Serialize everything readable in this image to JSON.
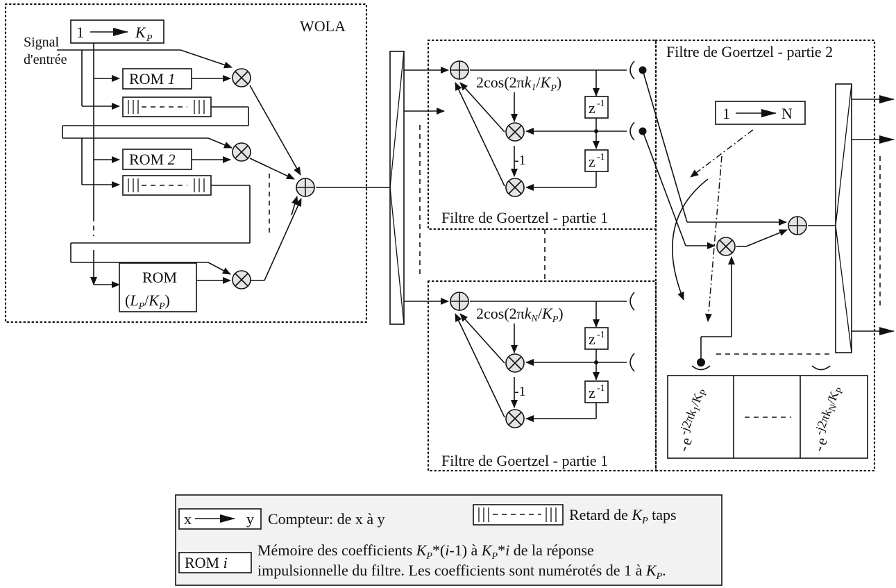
{
  "wola": {
    "title": "WOLA",
    "input_label_line1": "Signal",
    "input_label_line2": "d'entrée",
    "counter": {
      "from": "1",
      "to": "K",
      "to_sub": "P"
    },
    "rom1": {
      "prefix": "ROM ",
      "index": "1"
    },
    "rom2": {
      "prefix": "ROM ",
      "index": "2"
    },
    "rom_last": {
      "line1": "ROM",
      "line2_open": "(",
      "L": "L",
      "L_sub": "P",
      "slash": "/",
      "K": "K",
      "K_sub": "P",
      "line2_close": ")"
    }
  },
  "goertzel_part1": {
    "title": "Filtre de Goertzel - partie 1",
    "coef_top": {
      "prefix": "2cos(2π",
      "k": "k",
      "k_sub": "1",
      "slash": "/",
      "K": "K",
      "K_sub": "P",
      "suffix": ")"
    },
    "coef_bottom": {
      "prefix": "2cos(2π",
      "k": "k",
      "k_sub": "N",
      "slash": "/",
      "K": "K",
      "K_sub": "P",
      "suffix": ")"
    },
    "delay": {
      "base": "z",
      "exp": "-1"
    },
    "gain": "-1"
  },
  "goertzel_part2": {
    "title": "Filtre de Goertzel - partie 2",
    "counter": {
      "from": "1",
      "to": "N"
    },
    "twiddle_first": {
      "sign": "-",
      "base": "e",
      "exp": "-j2πk",
      "exp_sub": "1",
      "exp_tail": "/K",
      "exp_tail_sub": "P"
    },
    "twiddle_last": {
      "sign": "-",
      "base": "e",
      "exp": "-j2πk",
      "exp_sub": "N",
      "exp_tail": "/K",
      "exp_tail_sub": "P"
    }
  },
  "legend": {
    "counter_symbol": {
      "from": "x",
      "to": "y"
    },
    "counter_text": "Compteur: de x à y",
    "delay_text_prefix": "Retard de ",
    "delay_K": "K",
    "delay_K_sub": "P",
    "delay_text_suffix": " taps",
    "rom_symbol_prefix": "ROM ",
    "rom_symbol_i": "i",
    "rom_line1_a": "Mémoire des coefficients ",
    "rom_line1_K1": "K",
    "rom_line1_K1_sub": "P",
    "rom_line1_b": "*(",
    "rom_line1_i1": "i",
    "rom_line1_c": "-1) à ",
    "rom_line1_K2": "K",
    "rom_line1_K2_sub": "P",
    "rom_line1_d": "*",
    "rom_line1_i2": "i",
    "rom_line1_e": " de la réponse",
    "rom_line2_a": "impulsionnelle du filtre. Les coefficients sont numérotés de 1 à ",
    "rom_line2_K": "K",
    "rom_line2_K_sub": "P",
    "rom_line2_end": "."
  },
  "colors": {
    "stroke": "#111111",
    "operator_fill": "#e4e4e4",
    "legend_fill": "#f2f2f2"
  }
}
